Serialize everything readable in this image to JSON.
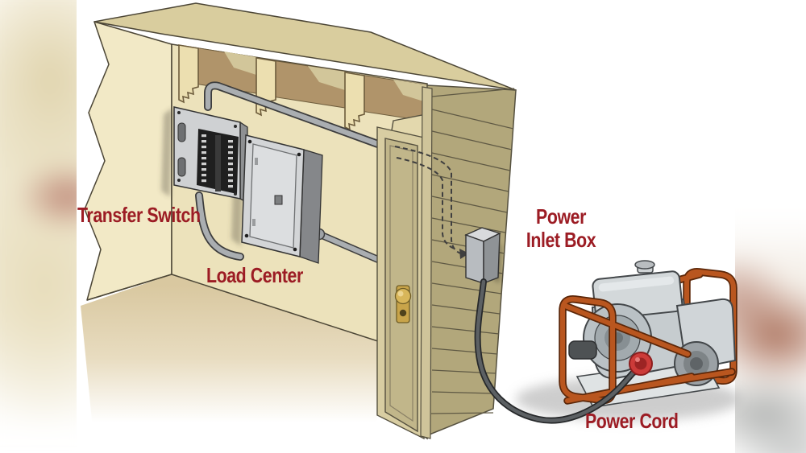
{
  "illustration": {
    "title": "Standby generator transfer-switch hookup diagram",
    "labels": {
      "transfer_switch": "Transfer Switch",
      "load_center": "Load Center",
      "power_inlet_box_line1": "Power",
      "power_inlet_box_line2": "Inlet Box",
      "power_cord": "Power Cord"
    },
    "label_color": "#9c1c24",
    "colors": {
      "interior_wall": "#ece2bb",
      "roof": "#d9cd9e",
      "rafter_opening": "#b0946a",
      "siding": "#b2a77b",
      "door": "#c1b68a",
      "floor": "#d9c8a0",
      "panel_gray": "#d3d5d7",
      "conduit_gray": "#aaaeb1",
      "generator_body": "#ccd2d5",
      "generator_frame_orange": "#b9561f",
      "power_cord_gray": "#5c6063",
      "plug_red": "#cc3b39",
      "doorknob_brass": "#d8b65a"
    }
  }
}
